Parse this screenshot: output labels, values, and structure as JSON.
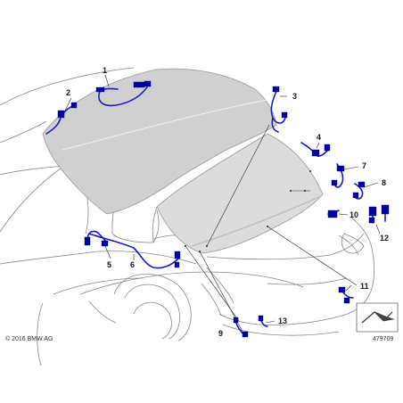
{
  "copyright": "© 2016 BMW AG",
  "diagram_id": "479709",
  "callouts": {
    "c1": "1",
    "c2": "2",
    "c3": "3",
    "c4": "4",
    "c5": "5",
    "c6": "6",
    "c7": "7",
    "c8": "8",
    "c9": "9",
    "c10": "10",
    "c11": "11",
    "c12": "12",
    "c13": "13"
  },
  "colors": {
    "harness": "#1a1acc",
    "connector": "#0000a0",
    "roof_panel": "#d0d0d0",
    "rear_window": "#dcdcdc",
    "car_outline": "#8a8a8a"
  },
  "icons": {
    "orientation": "car-orientation-icon"
  }
}
